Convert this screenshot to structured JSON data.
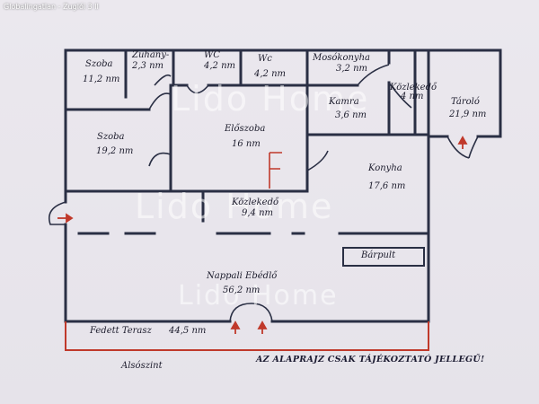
{
  "caption": "Globalingatlan - Zuglói 3 ll",
  "watermark": "Lido Home",
  "rooms": [
    {
      "id": "szoba1",
      "name": "Szoba",
      "area": "11,2 nm"
    },
    {
      "id": "zuhany",
      "name": "Zuhany-",
      "area": "2,3 nm"
    },
    {
      "id": "wc1",
      "name": "WC",
      "area": "4,2 nm"
    },
    {
      "id": "wc2",
      "name": "Wc",
      "area": "4,2 nm"
    },
    {
      "id": "mosokonyha",
      "name": "Mosókonyha",
      "area": "3,2 nm"
    },
    {
      "id": "kozlekedo1",
      "name": "Közlekedő",
      "area": "4 nm"
    },
    {
      "id": "tarolo",
      "name": "Tároló",
      "area": "21,9 nm"
    },
    {
      "id": "kamra",
      "name": "Kamra",
      "area": "3,6 nm"
    },
    {
      "id": "szoba2",
      "name": "Szoba",
      "area": "19,2 nm"
    },
    {
      "id": "eloszoba",
      "name": "Előszoba",
      "area": "16 nm"
    },
    {
      "id": "konyha",
      "name": "Konyha",
      "area": "17,6 nm"
    },
    {
      "id": "kozlekedo2",
      "name": "Közlekedő",
      "area": "9,4 nm"
    },
    {
      "id": "nappali",
      "name": "Nappali Ebédlő",
      "area": "56,2 nm"
    }
  ],
  "barpult": "Bárpult",
  "terrace": {
    "name": "Fedett Terasz",
    "area": "44,5 nm"
  },
  "level": "Alsószint",
  "disclaimer": "AZ ALAPRAJZ CSAK TÁJÉKOZTATÓ JELLEGŰ!",
  "colors": {
    "wall": "#2a2f44",
    "terrace": "#c0392b",
    "background": "#e9e6ec"
  }
}
